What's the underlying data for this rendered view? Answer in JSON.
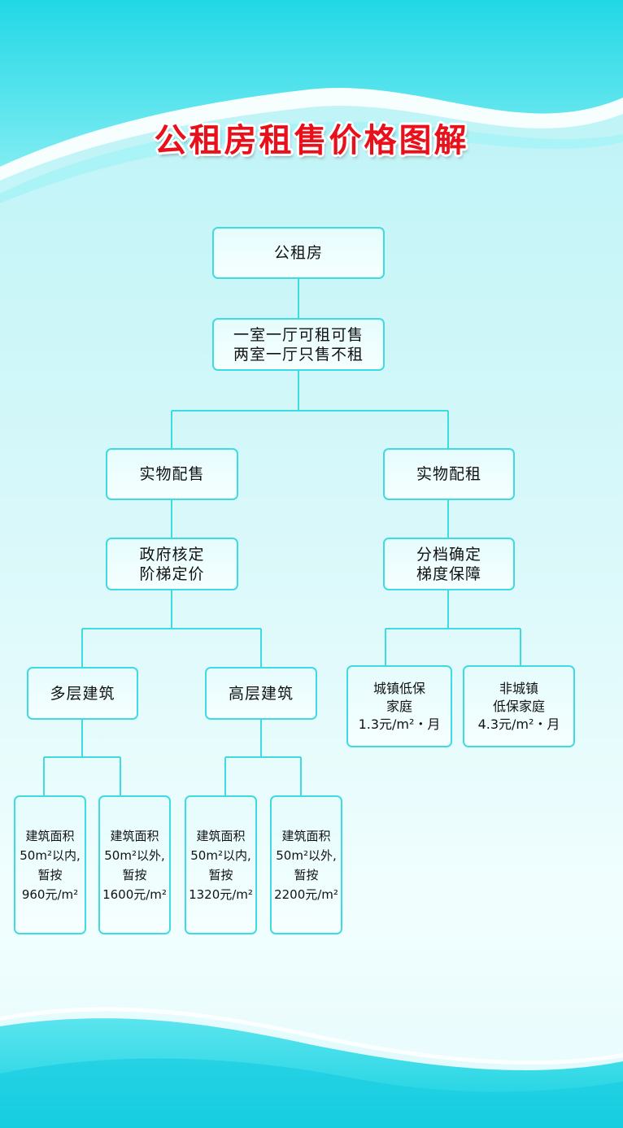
{
  "title": "公租房租售价格图解",
  "colors": {
    "title": "#e8101a",
    "border": "#3fdbe3",
    "connector": "#3fdbe3"
  },
  "root": {
    "label": "公租房"
  },
  "policy": {
    "lines": [
      "一室一厅可租可售",
      "两室一厅只售不租"
    ]
  },
  "sale": {
    "label": "实物配售",
    "method": {
      "lines": [
        "政府核定",
        "阶梯定价"
      ]
    },
    "multi_storey": {
      "label": "多层建筑",
      "leaves": [
        {
          "lines": [
            "建筑面积",
            "50m²以内,",
            "暂按",
            "960元/m²"
          ]
        },
        {
          "lines": [
            "建筑面积",
            "50m²以外,",
            "暂按",
            "1600元/m²"
          ]
        }
      ]
    },
    "high_rise": {
      "label": "高层建筑",
      "leaves": [
        {
          "lines": [
            "建筑面积",
            "50m²以内,",
            "暂按",
            "1320元/m²"
          ]
        },
        {
          "lines": [
            "建筑面积",
            "50m²以外,",
            "暂按",
            "2200元/m²"
          ]
        }
      ]
    }
  },
  "rent": {
    "label": "实物配租",
    "method": {
      "lines": [
        "分档确定",
        "梯度保障"
      ]
    },
    "leaves": [
      {
        "lines": [
          "城镇低保",
          "家庭",
          "1.3元/m²・月"
        ]
      },
      {
        "lines": [
          "非城镇",
          "低保家庭",
          "4.3元/m²・月"
        ]
      }
    ]
  }
}
